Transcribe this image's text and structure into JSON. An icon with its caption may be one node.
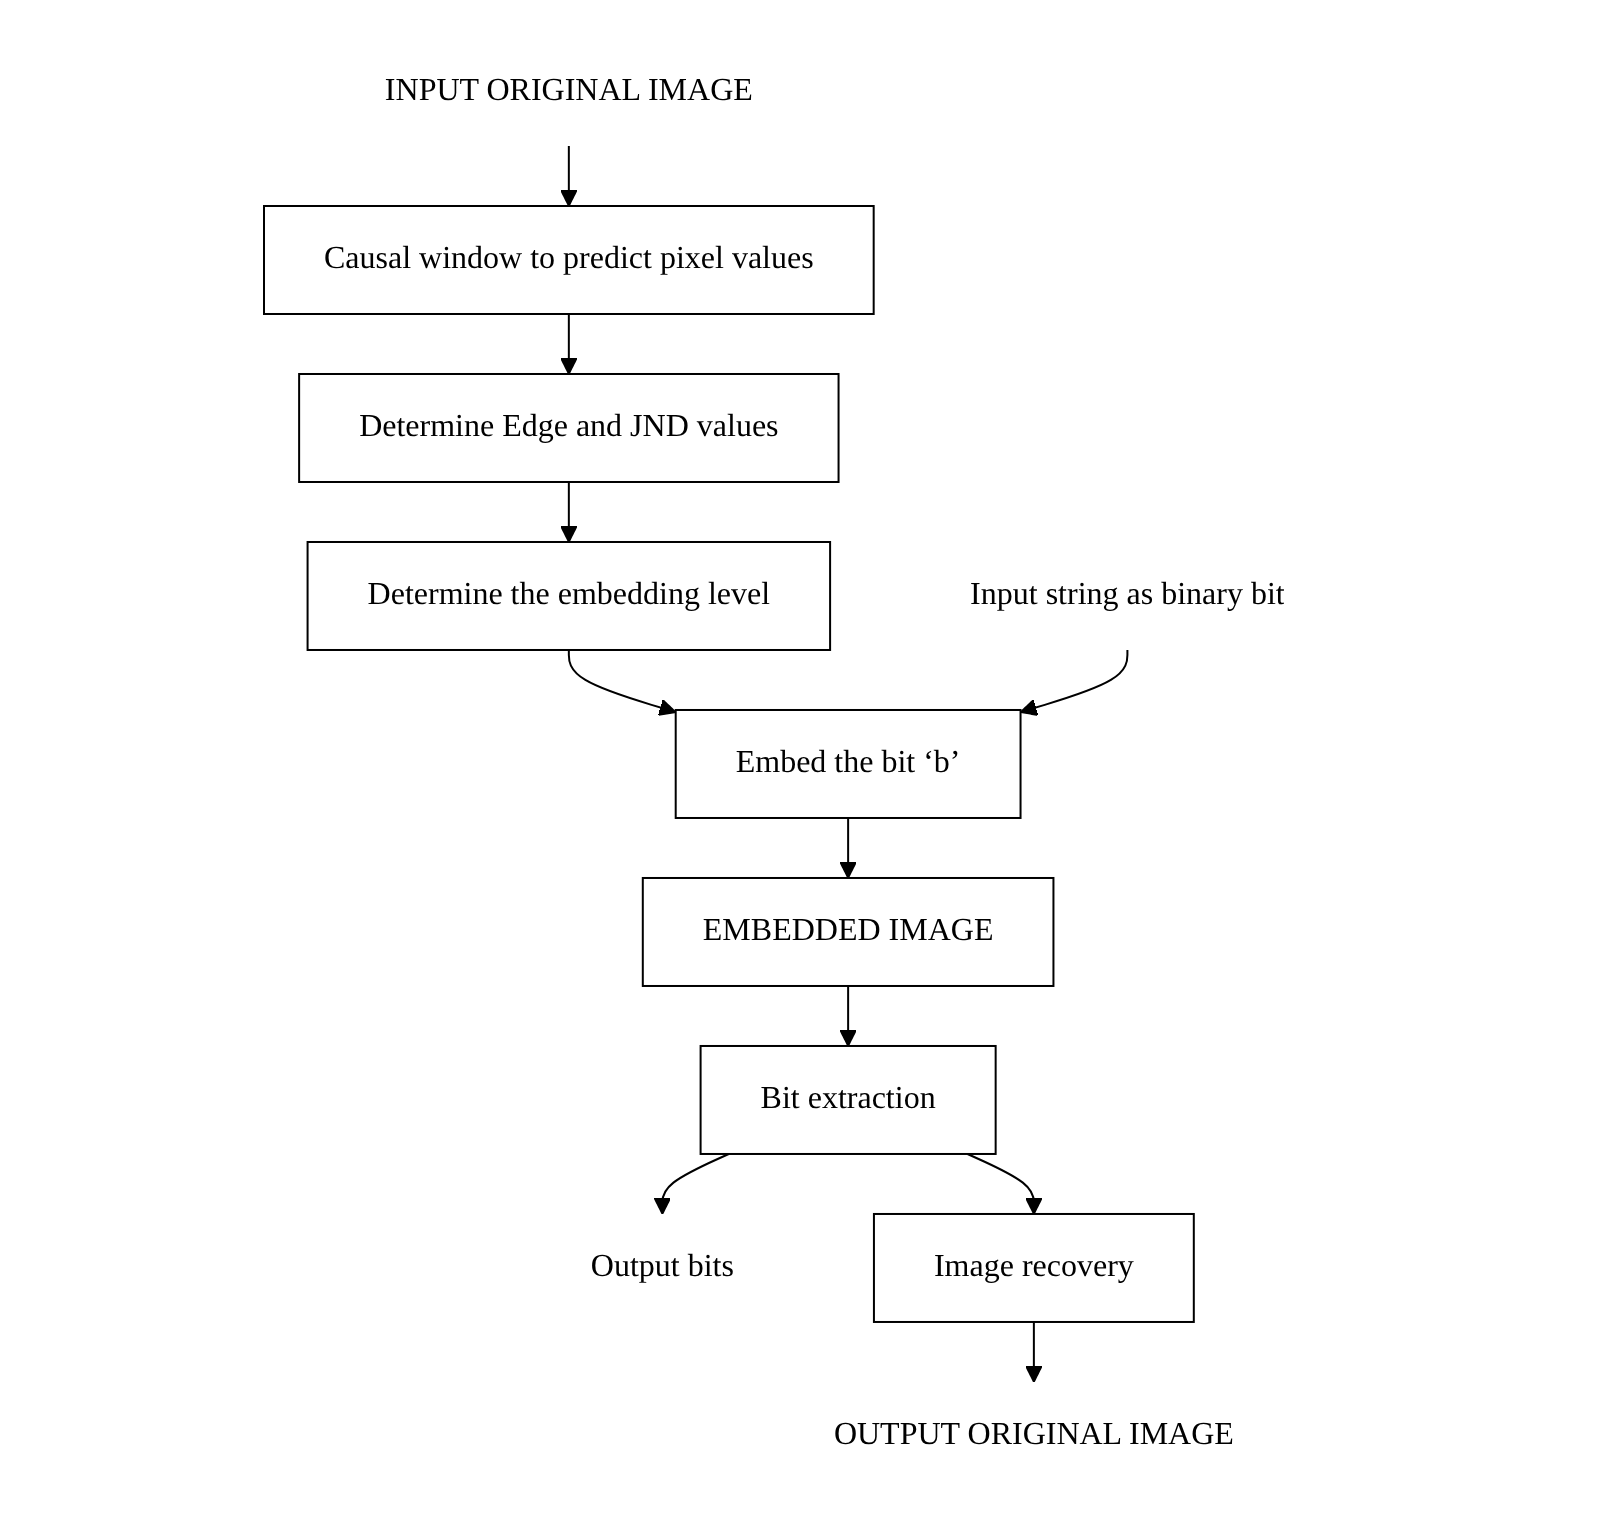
{
  "diagram": {
    "nodes": [
      {
        "text": [
          "INPUT ORIGINAL IMAGE"
        ]
      },
      {
        "text": [
          "Causal window to predict pixel values"
        ]
      },
      {
        "text": [
          "Determine Edge and JND values"
        ]
      },
      {
        "text": [
          "Determine the embedding level"
        ]
      },
      {
        "text": [
          "Embed the bit ‘b’"
        ]
      },
      {
        "text": [
          "Input string as binary bit"
        ]
      },
      {
        "text": [
          "EMBEDDED IMAGE"
        ]
      },
      {
        "text": [
          "Bit extraction"
        ]
      },
      {
        "text": [
          "Output bits"
        ]
      },
      {
        "text": [
          "Image recovery"
        ]
      },
      {
        "text": [
          "OUTPUT ORIGINAL IMAGE"
        ]
      }
    ],
    "edges": [
      {
        "from": 0,
        "to": 1,
        "arrow": "to"
      },
      {
        "from": 1,
        "to": 2,
        "arrow": "to"
      },
      {
        "from": 2,
        "to": 3,
        "arrow": "to"
      },
      {
        "from": 3,
        "to": 4,
        "arrow": "to"
      },
      {
        "from": 5,
        "to": 4,
        "arrow": "to"
      },
      {
        "from": 4,
        "to": 6,
        "arrow": "to"
      },
      {
        "from": 6,
        "to": 7,
        "arrow": "to"
      },
      {
        "from": 7,
        "to": 8,
        "arrow": "to"
      },
      {
        "from": 7,
        "to": 9,
        "arrow": "to"
      },
      {
        "from": 9,
        "to": 10,
        "arrow": "to"
      }
    ]
  }
}
